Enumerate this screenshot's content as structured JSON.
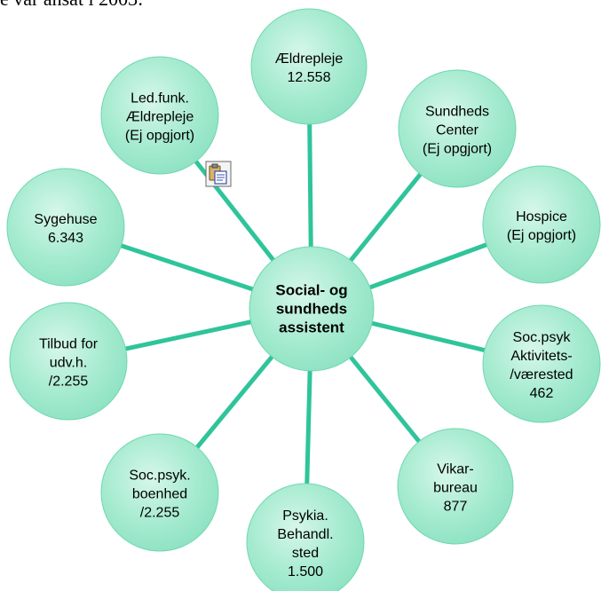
{
  "header_text": "e var ansat i 2003:",
  "center": {
    "lines": [
      "Social- og",
      "sundheds",
      "assistent"
    ]
  },
  "nodes": [
    {
      "id": "aeldrepleje",
      "lines": [
        "Ældrepleje",
        "12.558"
      ]
    },
    {
      "id": "sundheds-center",
      "lines": [
        "Sundheds",
        "Center",
        "(Ej opgjort)"
      ]
    },
    {
      "id": "hospice",
      "lines": [
        "Hospice",
        "(Ej opgjort)"
      ]
    },
    {
      "id": "soc-psyk-aktivitet",
      "lines": [
        "Soc.psyk",
        "Aktivitets-",
        "/værested",
        "462"
      ]
    },
    {
      "id": "vikarbureau",
      "lines": [
        "Vikar-",
        "bureau",
        "877"
      ]
    },
    {
      "id": "psykia-behandl",
      "lines": [
        "Psykia.",
        "Behandl.",
        "sted",
        "1.500"
      ]
    },
    {
      "id": "soc-psyk-boenhed",
      "lines": [
        "Soc.psyk.",
        "boenhed",
        "/2.255"
      ]
    },
    {
      "id": "tilbud-udv",
      "lines": [
        "Tilbud for",
        "udv.h.",
        "/2.255"
      ]
    },
    {
      "id": "sygehuse",
      "lines": [
        "Sygehuse",
        "6.343"
      ]
    },
    {
      "id": "led-funk",
      "lines": [
        "Led.funk.",
        "Ældrepleje",
        "(Ej opgjort)"
      ]
    }
  ],
  "icons": {
    "paste": "paste-clipboard-icon"
  },
  "colors": {
    "circle_fill": "#9ee9cc",
    "circle_edge": "#6fd7b0",
    "line": "#2fc49a"
  }
}
